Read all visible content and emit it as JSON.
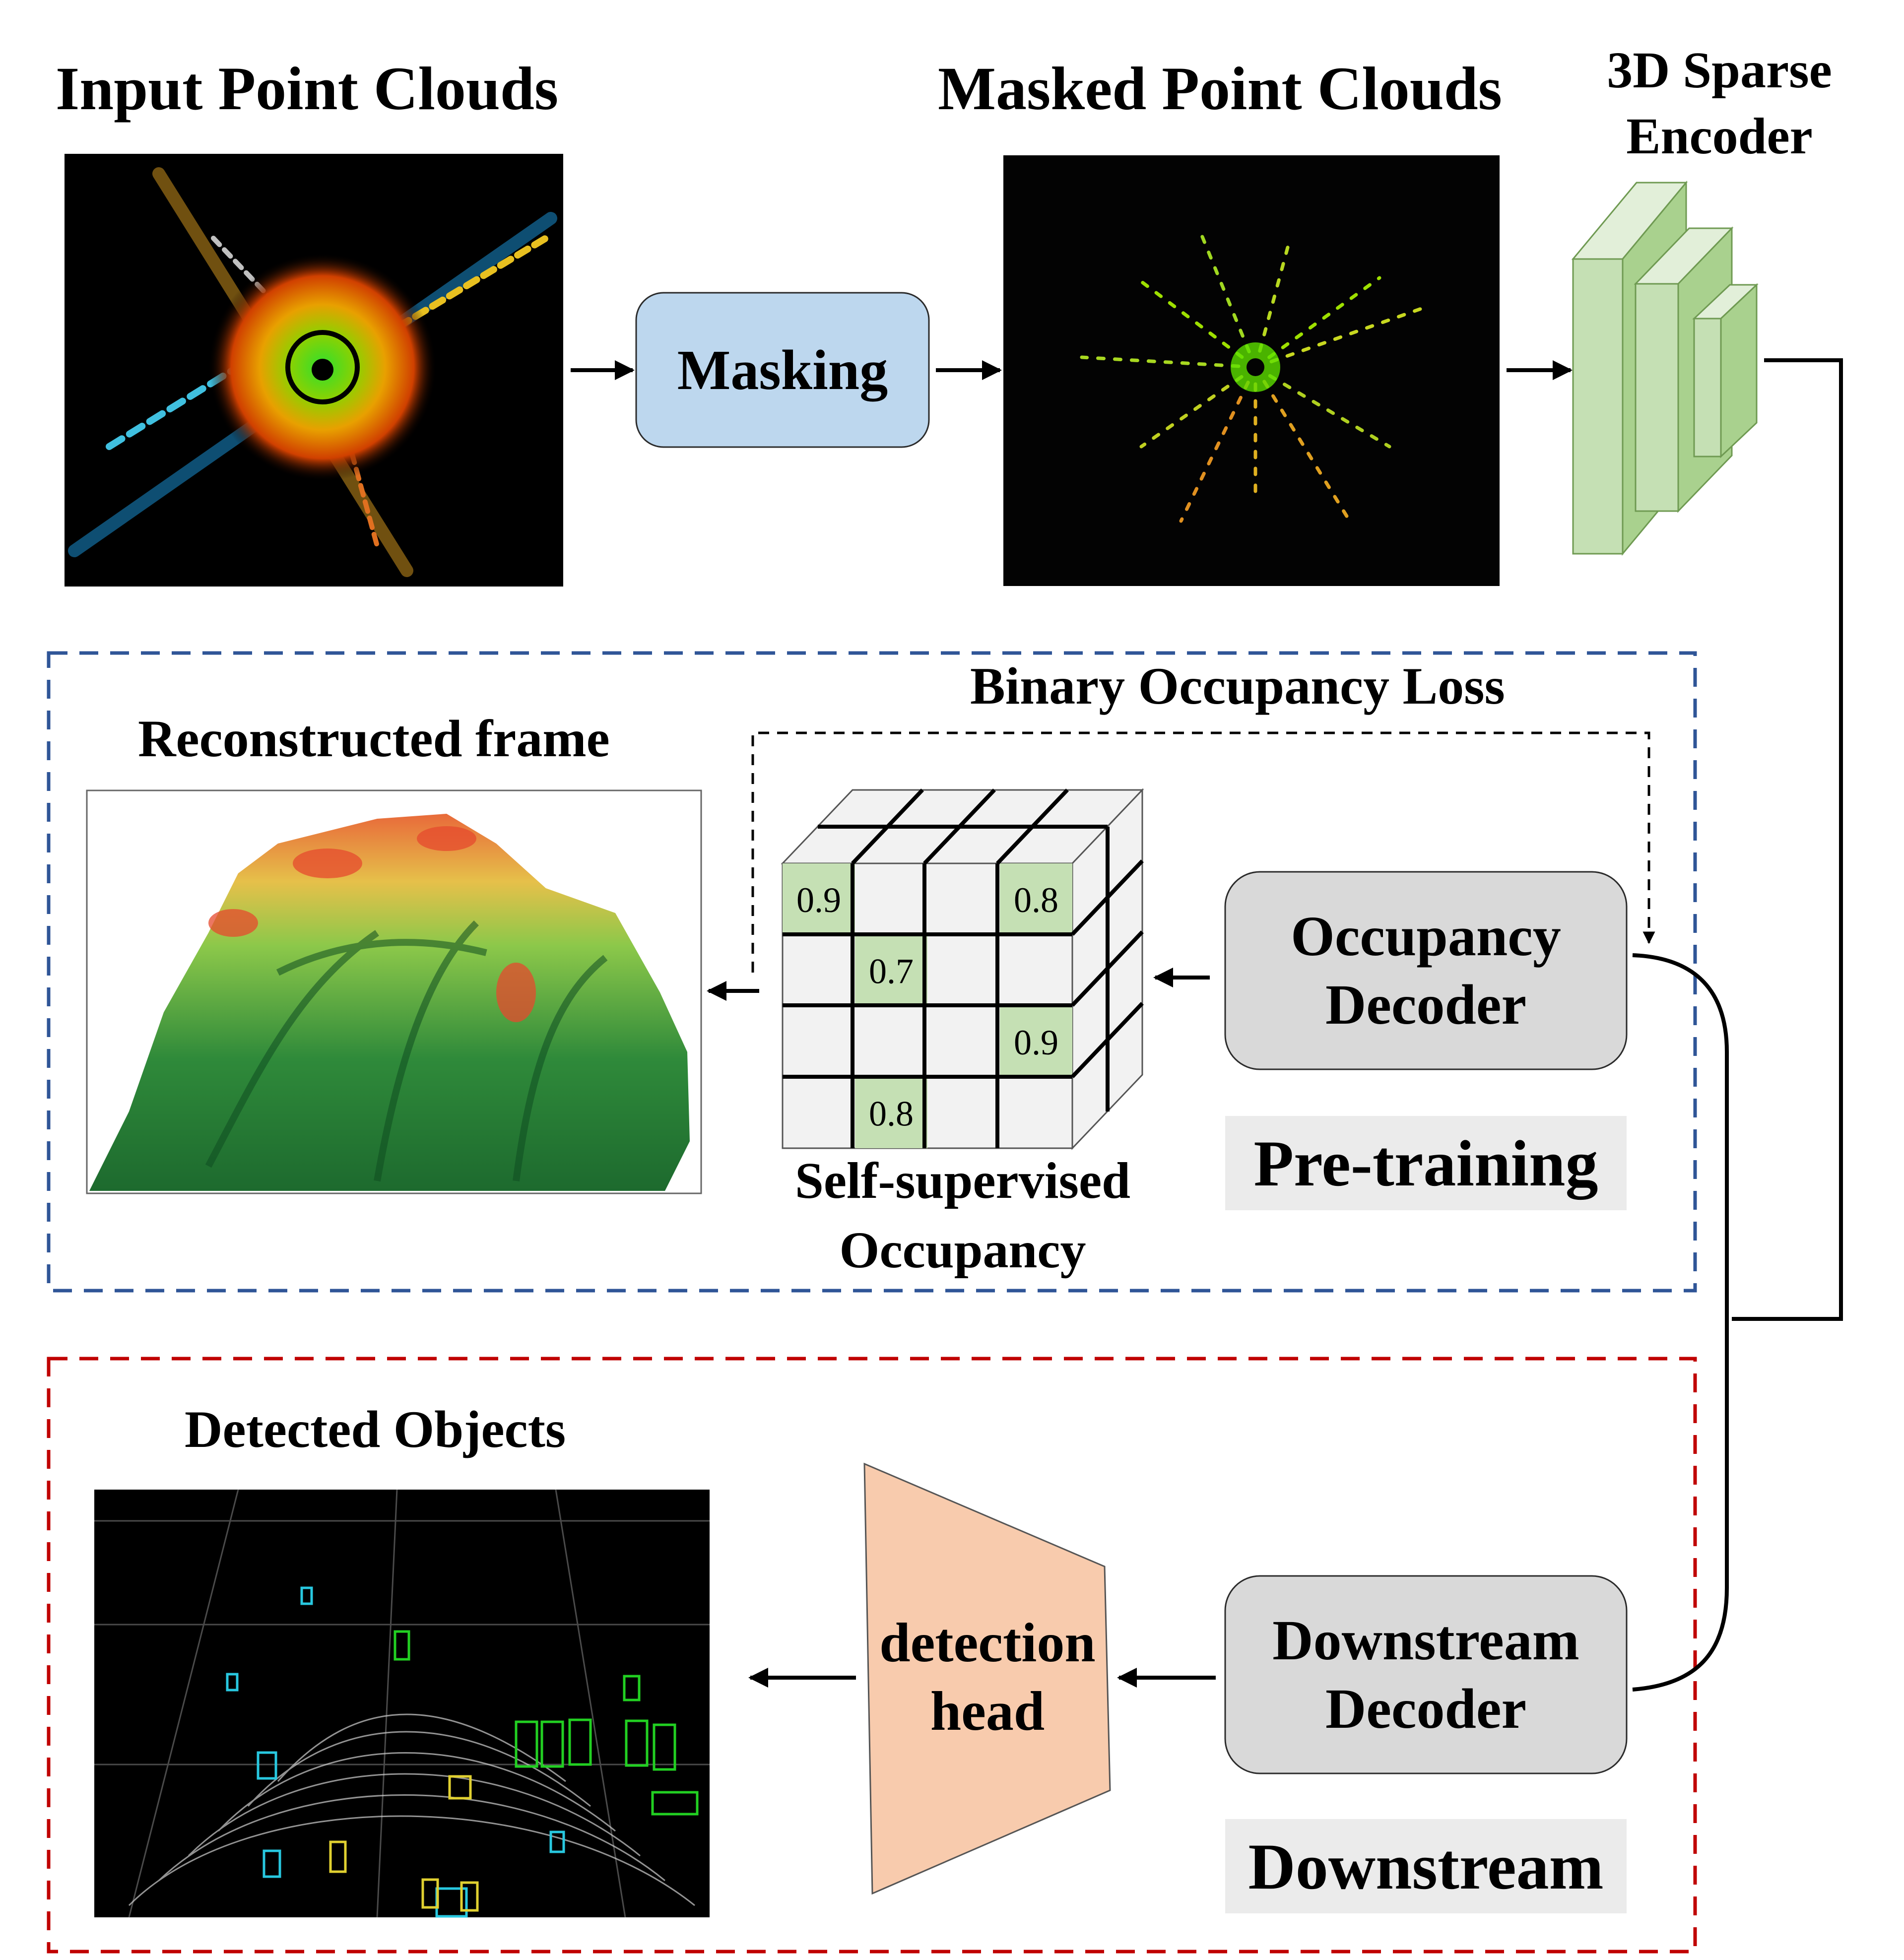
{
  "titles": {
    "input": "Input Point Clouds",
    "masked": "Masked Point Clouds",
    "encoder_line1": "3D Sparse",
    "encoder_line2": "Encoder",
    "loss": "Binary Occupancy Loss",
    "reconstructed": "Reconstructed frame",
    "detected": "Detected Objects",
    "selfsup_line1": "Self-supervised",
    "selfsup_line2": "Occupancy"
  },
  "boxes": {
    "masking": "Masking",
    "occ_decoder_line1": "Occupancy",
    "occ_decoder_line2": "Decoder",
    "down_decoder_line1": "Downstream",
    "down_decoder_line2": "Decoder",
    "head_line1": "detection",
    "head_line2": "head"
  },
  "stages": {
    "pretraining": "Pre-training",
    "downstream": "Downstream"
  },
  "occupancy_cells": [
    {
      "row": 0,
      "col": 0,
      "value": "0.9"
    },
    {
      "row": 0,
      "col": 3,
      "value": "0.8"
    },
    {
      "row": 1,
      "col": 1,
      "value": "0.7"
    },
    {
      "row": 2,
      "col": 3,
      "value": "0.9"
    },
    {
      "row": 3,
      "col": 1,
      "value": "0.8"
    }
  ],
  "colors": {
    "masking_fill": "#bdd7ee",
    "decoder_fill": "#d9d9d9",
    "encoder_fill": "#c5e0b4",
    "encoder_side": "#a9d18e",
    "head_fill": "#f8cbad",
    "pretrain_border": "#2f5597",
    "downstream_border": "#c00000",
    "cell_highlight": "#c5e0b4",
    "cube_face": "#f2f2f2"
  }
}
